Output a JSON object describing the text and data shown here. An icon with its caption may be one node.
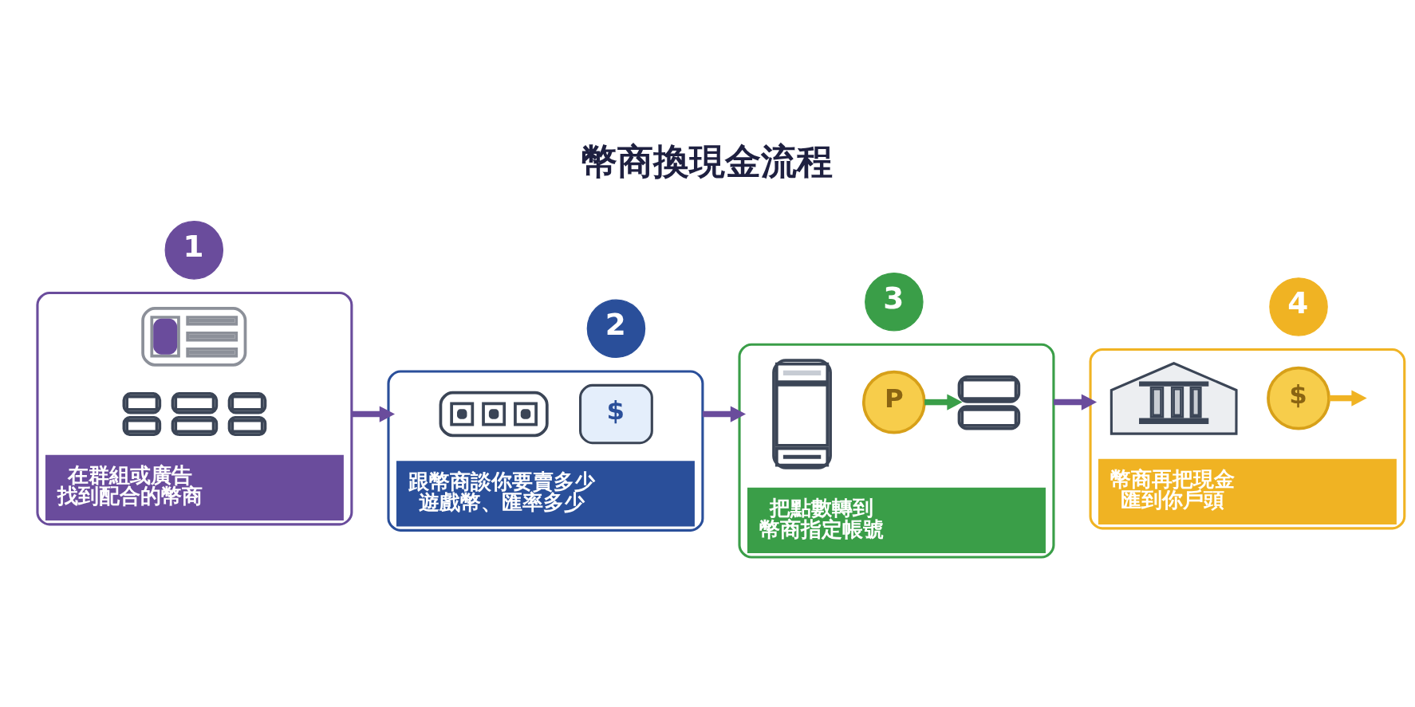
{
  "diagram": {
    "title": "幣商換現金流程",
    "nodes": [
      {
        "text": [
          "1"
        ]
      },
      {
        "text": [
          "在群組或廣告找到配合的幣商"
        ]
      },
      {
        "text": [],
        "shape": "picture",
        "in": 1
      },
      {
        "text": [],
        "shape": "picture",
        "in": 1
      },
      {
        "text": [
          "2"
        ]
      },
      {
        "text": [
          "跟幣商談你要賣多少遊戲幣、匯率多少"
        ]
      },
      {
        "text": [],
        "shape": "picture",
        "in": 5
      },
      {
        "text": [
          "$"
        ],
        "in": 5
      },
      {
        "text": [
          "3"
        ]
      },
      {
        "text": [
          "把點數轉到幣商指定帳號"
        ]
      },
      {
        "text": [],
        "shape": "picture",
        "in": 9
      },
      {
        "text": [
          "P"
        ],
        "in": 9
      },
      {
        "text": [],
        "shape": "person",
        "in": 9
      },
      {
        "text": [
          "4"
        ]
      },
      {
        "text": [
          "幣商再把現金匯到你戶頭"
        ]
      },
      {
        "text": [],
        "shape": "picture",
        "in": 14
      },
      {
        "text": [
          "$"
        ],
        "in": 14
      }
    ],
    "edges": [
      {
        "from": 1,
        "to": 5,
        "arrow": "to"
      },
      {
        "from": 5,
        "to": 9,
        "arrow": "to"
      },
      {
        "from": 9,
        "to": 14,
        "arrow": "to"
      },
      {
        "from": 11,
        "to": 12,
        "arrow": "to",
        "color": "#3a9e48"
      },
      {
        "from": 16,
        "to": null,
        "arrow": "to",
        "color": "#f0b323"
      }
    ]
  }
}
